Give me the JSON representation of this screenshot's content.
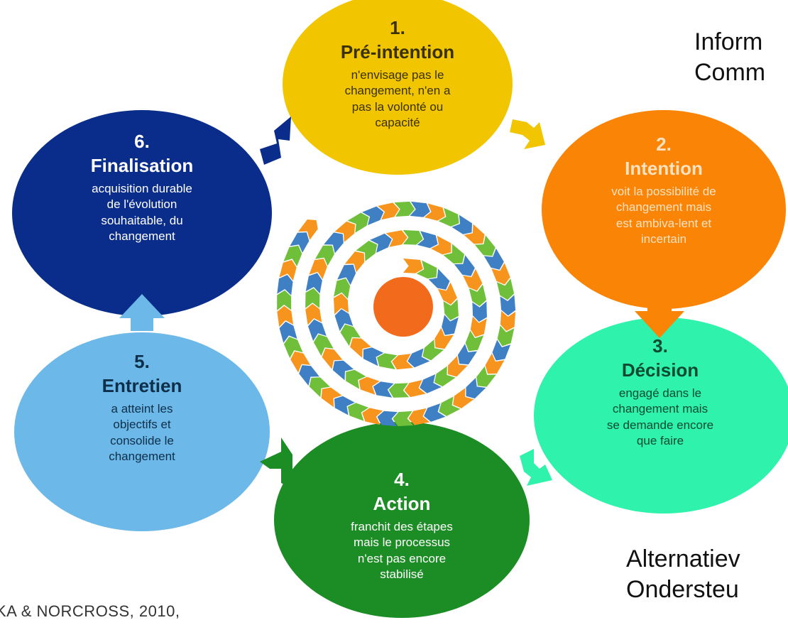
{
  "stages": [
    {
      "number": "1.",
      "title": "Pré-intention",
      "description": "n'envisage pas le\nchangement, n'en a\npas la volonté ou\ncapacité",
      "color": "#f1c600",
      "text_color": "#3a3000"
    },
    {
      "number": "2.",
      "title": "Intention",
      "description": "voit la possibilité de\nchangement mais\nest ambiva-lent et\nincertain",
      "color": "#f98406",
      "text_color": "#ffe2c0"
    },
    {
      "number": "3.",
      "title": "Décision",
      "description": "engagé dans le\nchangement mais\nse demande encore\nque faire",
      "color": "#2ff2ac",
      "text_color": "#0c4a33"
    },
    {
      "number": "4.",
      "title": "Action",
      "description": "franchit des étapes\nmais le processus\nn'est pas encore\nstabilisé",
      "color": "#1c8c24",
      "text_color": "#ffffff"
    },
    {
      "number": "5.",
      "title": "Entretien",
      "description": "a atteint les\nobjectifs et\nconsolide le\nchangement",
      "color": "#6cb8e8",
      "text_color": "#0d2f4a"
    },
    {
      "number": "6.",
      "title": "Finalisation",
      "description": "acquisition durable\nde l'évolution\nsouhaitable, du\nchangement",
      "color": "#0a2d8c",
      "text_color": "#ffffff"
    }
  ],
  "side_labels": {
    "top": "Inform\nComm",
    "bottom": "Alternatiev\nOndersteu"
  },
  "citation": "KA & NORCROSS, 2010,",
  "colors": {
    "spiral_orange": "#f7941d",
    "spiral_green": "#6fbf3a",
    "spiral_blue": "#3f7fc4",
    "spiral_center": "#f26a1b"
  }
}
